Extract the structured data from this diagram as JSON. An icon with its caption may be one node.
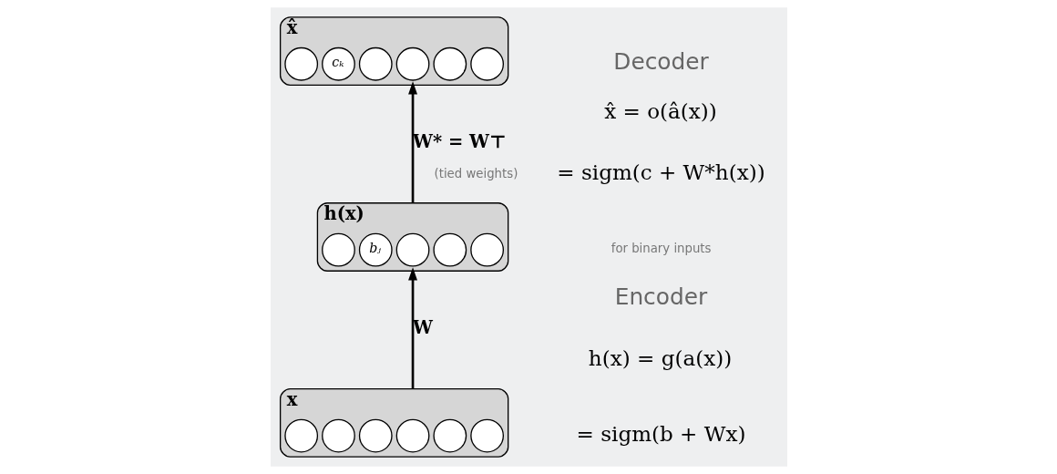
{
  "diagram": {
    "nodes": [
      {
        "text": [
          "x̂"
        ]
      },
      {
        "text": [],
        "shape": "circle",
        "in": 0
      },
      {
        "text": [
          "cₖ"
        ],
        "in": 0
      },
      {
        "text": [],
        "shape": "circle",
        "in": 0
      },
      {
        "text": [],
        "shape": "circle",
        "in": 0
      },
      {
        "text": [],
        "shape": "circle",
        "in": 0
      },
      {
        "text": [],
        "shape": "circle",
        "in": 0
      },
      {
        "text": [
          "h(x)"
        ]
      },
      {
        "text": [],
        "shape": "circle",
        "in": 7
      },
      {
        "text": [
          "bⱼ"
        ],
        "in": 7
      },
      {
        "text": [],
        "shape": "circle",
        "in": 7
      },
      {
        "text": [],
        "shape": "circle",
        "in": 7
      },
      {
        "text": [],
        "shape": "circle",
        "in": 7
      },
      {
        "text": [
          "x"
        ]
      },
      {
        "text": [],
        "shape": "circle",
        "in": 13
      },
      {
        "text": [],
        "shape": "circle",
        "in": 13
      },
      {
        "text": [],
        "shape": "circle",
        "in": 13
      },
      {
        "text": [],
        "shape": "circle",
        "in": 13
      },
      {
        "text": [],
        "shape": "circle",
        "in": 13
      },
      {
        "text": [],
        "shape": "circle",
        "in": 13
      }
    ],
    "edges": [
      {
        "from": 7,
        "to": 0,
        "arrow": "to",
        "label": "W* = W⊤"
      },
      {
        "from": 13,
        "to": 7,
        "arrow": "to",
        "label": "W"
      }
    ],
    "labels": [
      "Decoder",
      "x̂ = o(â(x))",
      "= sigm(c + W*h(x))",
      "(tied weights)",
      "for binary inputs",
      "Encoder",
      "h(x) = g(a(x))",
      "= sigm(b + Wx)"
    ]
  }
}
